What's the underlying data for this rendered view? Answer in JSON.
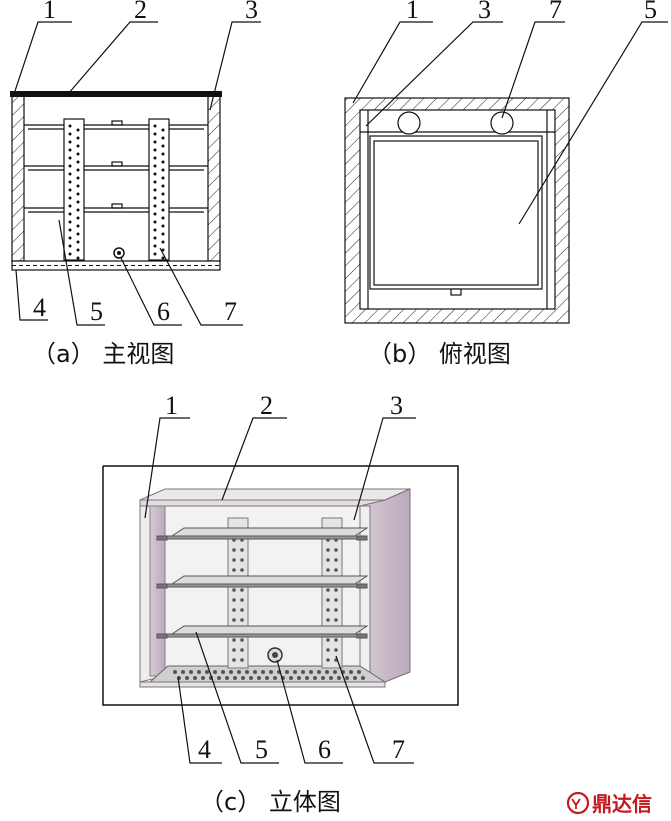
{
  "labels": {
    "front": [
      "1",
      "2",
      "3",
      "4",
      "5",
      "6",
      "7"
    ],
    "top": [
      "1",
      "3",
      "7",
      "5"
    ],
    "iso": [
      "1",
      "2",
      "3",
      "4",
      "5",
      "6",
      "7"
    ]
  },
  "captions": {
    "front": "（a） 主视图",
    "top": "（b） 俯视图",
    "iso": "（c） 立体图"
  },
  "watermark": {
    "text": "鼎达信",
    "color": "#c4181c"
  }
}
